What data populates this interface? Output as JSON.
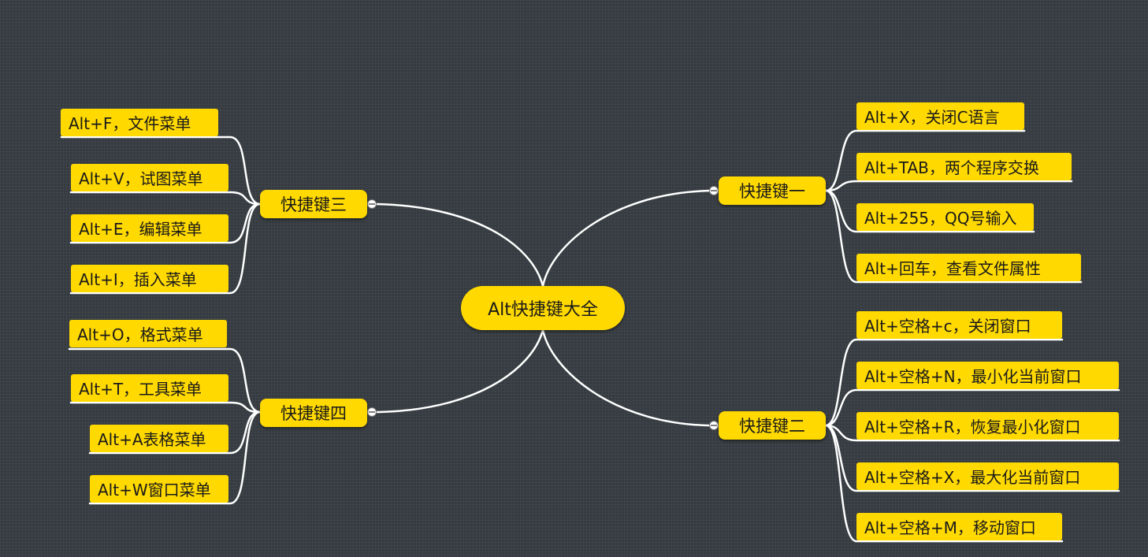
{
  "root": {
    "label": "Alt快捷键大全"
  },
  "topics": [
    {
      "label": "快捷键一",
      "items": [
        "Alt+X，关闭C语言",
        "Alt+TAB，两个程序交换",
        "Alt+255，QQ号输入",
        "Alt+回车，查看文件属性"
      ]
    },
    {
      "label": "快捷键二",
      "items": [
        "Alt+空格+c，关闭窗口",
        "Alt+空格+N，最小化当前窗口",
        "Alt+空格+R，恢复最小化窗口",
        "Alt+空格+X，最大化当前窗口",
        "Alt+空格+M，移动窗口"
      ]
    },
    {
      "label": "快捷键三",
      "items": [
        "Alt+F，文件菜单",
        "Alt+V，试图菜单",
        "Alt+E，编辑菜单",
        "Alt+I，插入菜单"
      ]
    },
    {
      "label": "快捷键四",
      "items": [
        "Alt+O，格式菜单",
        "Alt+T，工具菜单",
        "Alt+A表格菜单",
        "Alt+W窗口菜单"
      ]
    }
  ],
  "colors": {
    "background": "#353b40",
    "node_fill": "#ffd900",
    "connector": "#ffffff"
  }
}
